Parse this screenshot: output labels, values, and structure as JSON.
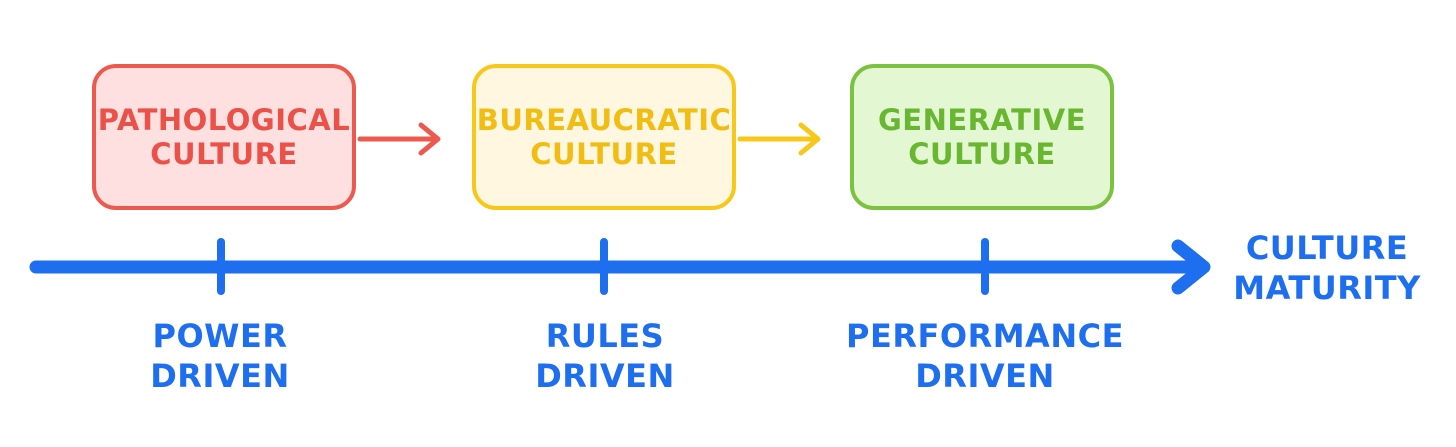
{
  "stages": [
    {
      "lines": [
        "PATHOLOGICAL",
        "CULTURE"
      ],
      "color": "#ea5148",
      "fill": "#fde0df"
    },
    {
      "lines": [
        "BUREAUCRATIC",
        "CULTURE"
      ],
      "color": "#f2bd12",
      "fill": "#fff7df"
    },
    {
      "lines": [
        "GENERATIVE",
        "CULTURE"
      ],
      "color": "#69b731",
      "fill": "#e3f7d3"
    }
  ],
  "axis": {
    "label_lines": [
      "CULTURE",
      "MATURITY"
    ],
    "color": "#1e6ef0",
    "ticks": [
      {
        "lines": [
          "POWER",
          "DRIVEN"
        ]
      },
      {
        "lines": [
          "RULES",
          "DRIVEN"
        ]
      },
      {
        "lines": [
          "PERFORMANCE",
          "DRIVEN"
        ]
      }
    ]
  }
}
